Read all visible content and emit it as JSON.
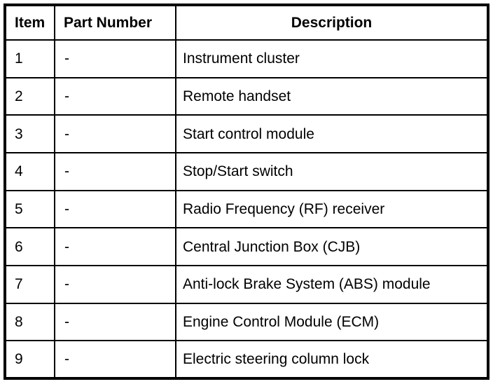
{
  "colors": {
    "border": "#000000",
    "background": "#ffffff",
    "text": "#000000"
  },
  "table": {
    "headers": {
      "item": "Item",
      "part_number": "Part Number",
      "description": "Description"
    },
    "rows": [
      {
        "item": "1",
        "part_number": "-",
        "description": "Instrument cluster"
      },
      {
        "item": "2",
        "part_number": "-",
        "description": "Remote handset"
      },
      {
        "item": "3",
        "part_number": "-",
        "description": "Start control module"
      },
      {
        "item": "4",
        "part_number": "-",
        "description": "Stop/Start switch"
      },
      {
        "item": "5",
        "part_number": "-",
        "description": "Radio Frequency (RF) receiver"
      },
      {
        "item": "6",
        "part_number": "-",
        "description": "Central Junction Box (CJB)"
      },
      {
        "item": "7",
        "part_number": "-",
        "description": "Anti-lock Brake System (ABS) module"
      },
      {
        "item": "8",
        "part_number": "-",
        "description": "Engine Control Module (ECM)"
      },
      {
        "item": "9",
        "part_number": "-",
        "description": "Electric steering column lock"
      }
    ]
  }
}
